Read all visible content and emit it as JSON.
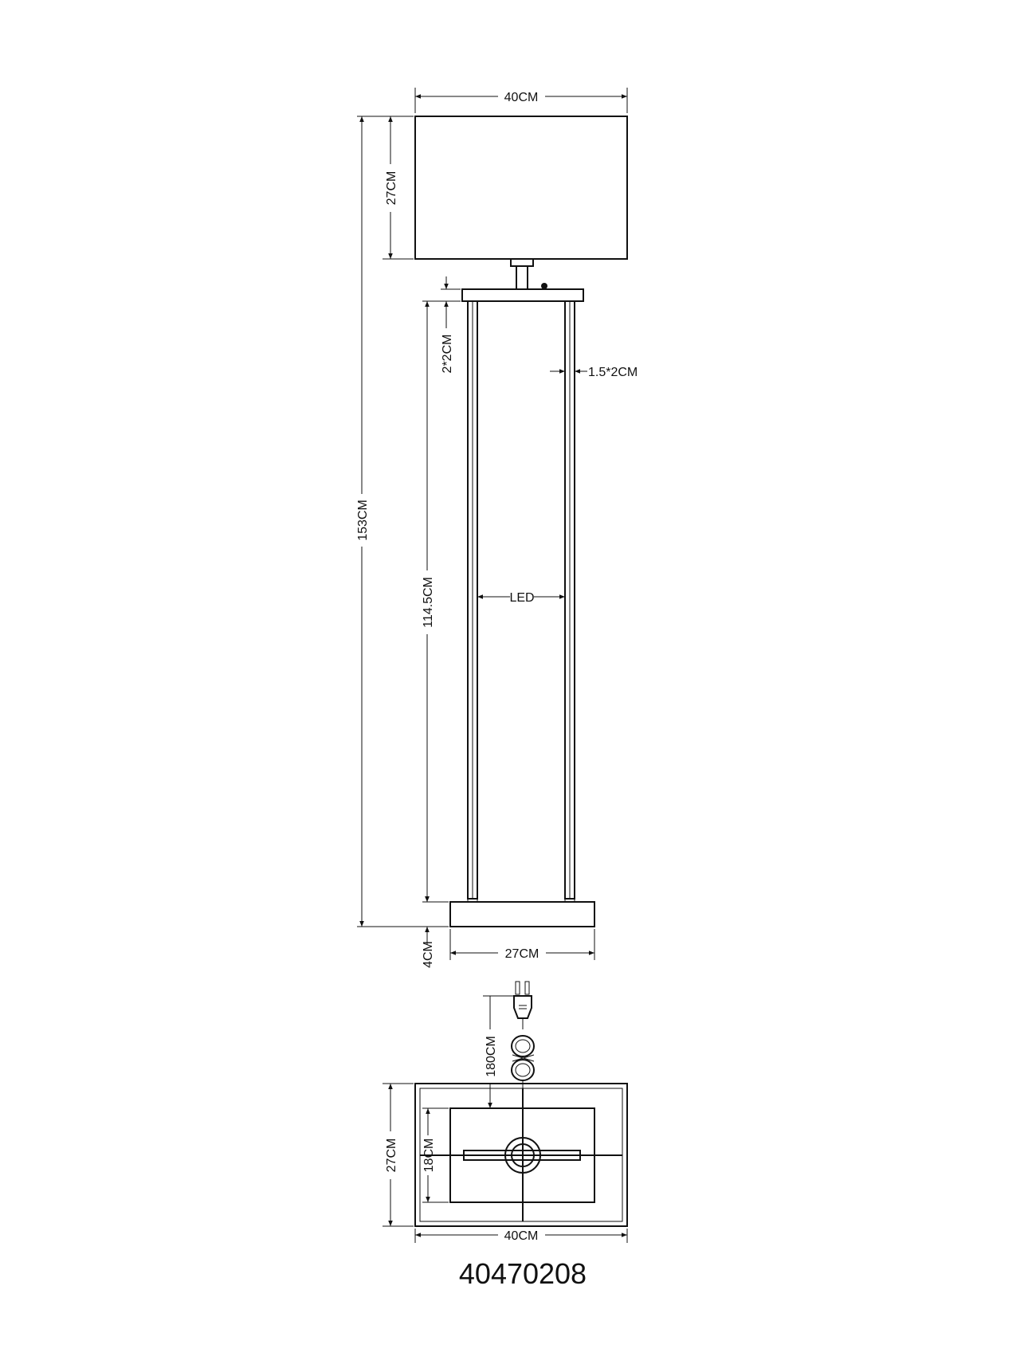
{
  "front_view": {
    "shade_width": "40CM",
    "shade_height": "27CM",
    "total_height": "153CM",
    "top_cap": "2*2CM",
    "frame_bar": "1.5*2CM",
    "frame_height": "114.5CM",
    "light_source": "LED",
    "base_height": "4CM",
    "base_width": "27CM"
  },
  "top_view": {
    "cable_length": "180CM",
    "outer_depth": "27CM",
    "inner_depth": "18CM",
    "outer_width": "40CM"
  },
  "model_number": "40470208"
}
